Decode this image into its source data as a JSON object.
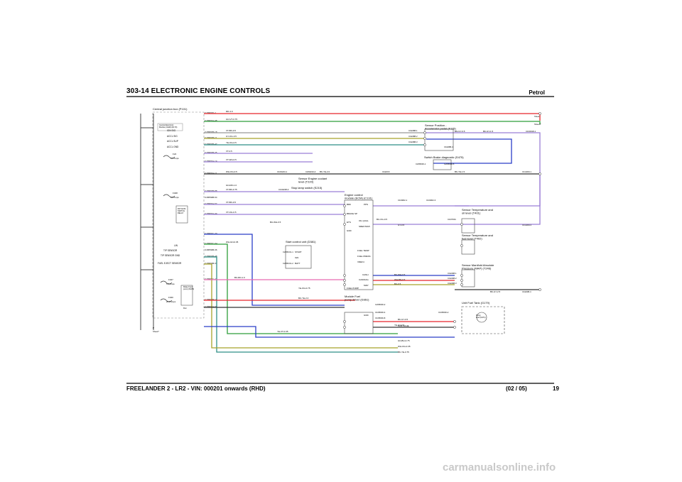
{
  "header": {
    "title": "303-14 ELECTRONIC ENGINE CONTROLS",
    "section": "Petrol"
  },
  "footer": {
    "title": "FREELANDER 2 - LR2 - VIN: 000201 onwards  (RHD)",
    "date": "(02 / 05)",
    "page": "19"
  },
  "watermark": "carmanualsonline.info",
  "wire_colors": {
    "red": "#e8252a",
    "green": "#2e9e3a",
    "blue": "#2b3fc8",
    "violet": "#9b7fd6",
    "olive": "#a8a32a",
    "teal": "#2f8f86",
    "pink": "#e86ab0",
    "grey": "#999999",
    "dark": "#333333"
  },
  "components": {
    "central_junction_box": "Central junction box (P101)",
    "sensor_position_accel": "Sensor Position -\nAccelerator pedal (F115)",
    "switch_brake": "Switch Brake diagnostic (S475)",
    "sensor_coolant": "Sensor Engine coolant\nlevel (T220)",
    "stop_lamp": "Stop lamp switch (S215)",
    "ecm": "Engine control\nmodule (ECM) (C131)",
    "start_control": "Start control unit (D381)",
    "sensor_temp_oil": "Sensor Temperature and\noil level (T401)",
    "sensor_temp_fuel": "Sensor Temperature and\nfuel level (T402)",
    "sensor_map": "Sensor Manifold Absolute\nPressure (MAP) (T246)",
    "fuel_pump_driver": "Module Fuel\npump driver (D361)",
    "fuel_tank_unit": "Unit Fuel Tank (G179)"
  },
  "cjb_labels": {
    "cjb_sub": "Central Electronic\nModule (CEM) (D170)",
    "ign_sig": "IGN SIG",
    "accl_sig": "ACCL SIG",
    "accl_sup": "ACCL SUP",
    "accl_gnd": "ACCL GND",
    "f24": "F24",
    "f24_rating": "5.0 Amps",
    "f328": "F328",
    "f328_rating": "5.0 Amps",
    "relay_ecm": "R37 ECM\nSWITCH\nRELAY",
    "lin": "LIN",
    "tp_sensor": "T/P SENSOR",
    "tp_sensor_gnd": "T/P SENSOR GND",
    "fuel_eject": "FUEL EJECT SENSOR",
    "f327": "F327",
    "f327_rating": "5.0 Amps",
    "f320": "F320",
    "f320_rating": "20.0 Amps",
    "relay_fuel": "Relay Fuel\npump (R225)",
    "relay_run": "Run",
    "sheet_top": "Sheet1",
    "sheet_bottom": "Sheet7",
    "bottom_pin": "P"
  },
  "cjb_pins": [
    "C1BP02D-1",
    "C1BP02A-48",
    "C1BP02B-18",
    "C1BP02B-11",
    "C1BP02B-47",
    "C1BP02B-35",
    "C1BP02A-14",
    "C1BP02A-11",
    "C1BP02B-88",
    "C1BP02B-64",
    "C1BP02A-57",
    "C1BP02A-44",
    "C1BP02C-20",
    "C1BP02C-04",
    "C1BP02B-36",
    "C1BP02B-48",
    "C1BP02B-33",
    "C1BP02C-11",
    "C1BP02B-18",
    "C1BP02A-05"
  ],
  "wire_labels": [
    "RD-4.0",
    "GN-VT-0.75",
    "VT-BN-0.5",
    "GY-OG-0.5",
    "YE-OG-0.5",
    "VT-0.5",
    "VT-WH-0.5",
    "WH-OG-0.5",
    "BK-YE-2.0",
    "GN-RD-1.0",
    "VT-BN-0.75",
    "VT-BN-0.5",
    "VT-OG-0.5",
    "BU-WH-0.5",
    "WH-GN-0.35",
    "BU-OG-0.5",
    "BU-RD-1.0",
    "YE-OG-0.75",
    "BK-YE-1.5",
    "BK-GY-0.5",
    "BU-YE-2.0",
    "YE-VT-0.35",
    "BN-GY-0.5",
    "BK-GY-1.5",
    "GN-BU-0.75",
    "WH-OG-0.35",
    "BK-YE-0.75",
    "GY-0.5",
    "BU-0.5",
    "WH-BN-0.5",
    "YE-GY-0.5",
    "BU-WH-0.5"
  ],
  "ecm_pins": [
    "BRK",
    "PPS",
    "BRAKE SP",
    "ETS",
    "GND",
    "OIL QUAL",
    "SREF/SIG5",
    "FUEL TEMP",
    "FUEL PRESS",
    "VREF4",
    "CANH",
    "CANDIAG",
    "MAP",
    "FUEL PUMP"
  ],
  "connectors": [
    "C1E388-1",
    "C1E388-2",
    "C1E388-3",
    "C1E388-4",
    "C2D5000-1",
    "C2D5000-5",
    "C1K0018-1",
    "C1D4208-3",
    "C1K0223-1",
    "C2D4224-4",
    "C1E3V3",
    "C2D5000-2",
    "C1D5000-4",
    "C1D5000-8",
    "C1D5000-2",
    "C1E308-1",
    "C1E308-2",
    "C1E308-3",
    "C1E308-4",
    "C1D7001",
    "C2D5C01-1",
    "C2D5C01-2",
    "C1D2D2-1",
    "C1D2D2-3",
    "C1G000-1",
    "C1G000-4"
  ],
  "misc_labels": [
    "START",
    "IGN",
    "BATT",
    "GND",
    "SCR-SCHE",
    "Pump\nFuel (M171)",
    "Sheet7",
    "BK-GY-2.5"
  ]
}
